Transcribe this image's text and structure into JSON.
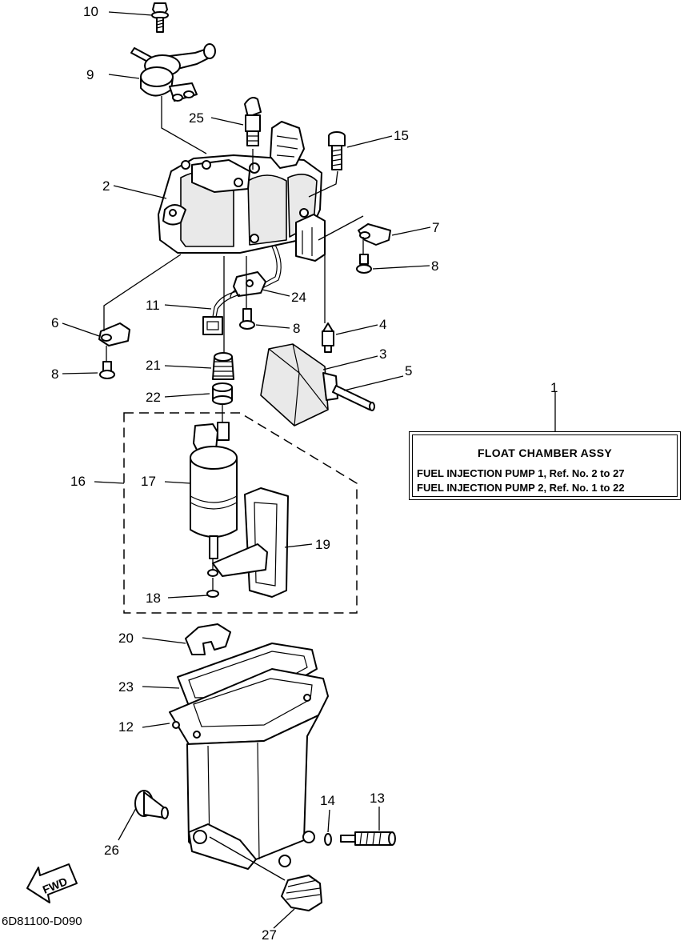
{
  "diagram": {
    "code": "6D81100-D090",
    "fwd_label": "FWD",
    "legend": {
      "number": "1",
      "title": "FLOAT CHAMBER ASSY",
      "lines": [
        "FUEL INJECTION PUMP 1, Ref. No. 2 to 27",
        "FUEL INJECTION PUMP 2, Ref. No. 1 to 22"
      ]
    },
    "callouts": [
      "10",
      "9",
      "25",
      "15",
      "2",
      "7",
      "8",
      "24",
      "11",
      "8",
      "6",
      "8",
      "4",
      "3",
      "21",
      "5",
      "22",
      "16",
      "17",
      "19",
      "18",
      "20",
      "23",
      "12",
      "14",
      "13",
      "26",
      "27"
    ]
  }
}
